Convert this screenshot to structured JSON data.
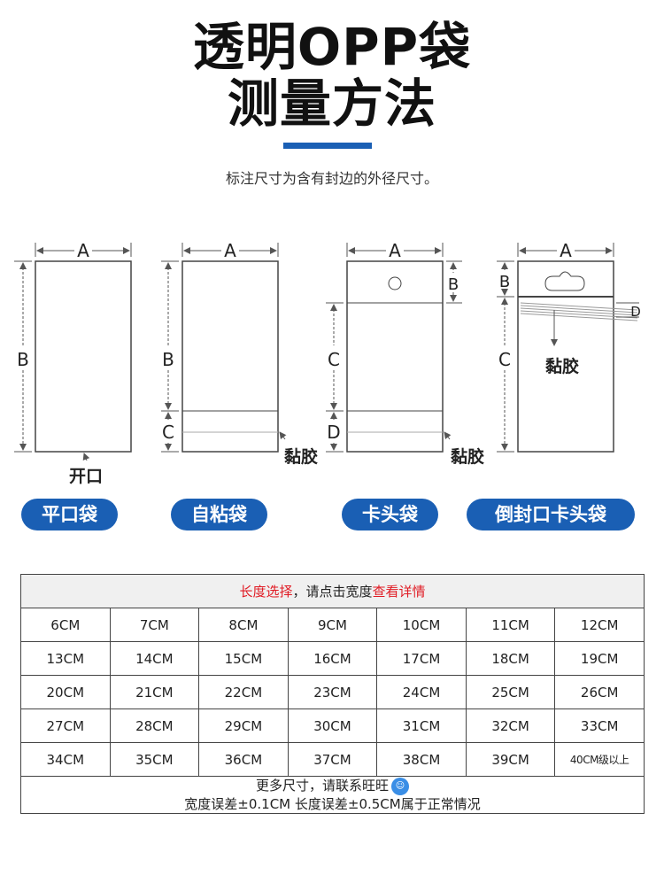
{
  "title": {
    "line1": "透明OPP袋",
    "line2": "测量方法"
  },
  "subtitle": "标注尺寸为含有封边的外径尺寸。",
  "diagram_labels": {
    "a": "A",
    "b": "B",
    "c": "C",
    "d": "D",
    "opening": "开口",
    "adhesive": "黏胶"
  },
  "bag_types": [
    "平口袋",
    "自粘袋",
    "卡头袋",
    "倒封口卡头袋"
  ],
  "size_table": {
    "header_prefix": "长度选择，请点击宽度",
    "header_link": "查看详情",
    "rows": [
      [
        "6CM",
        "7CM",
        "8CM",
        "9CM",
        "10CM",
        "11CM",
        "12CM"
      ],
      [
        "13CM",
        "14CM",
        "15CM",
        "16CM",
        "17CM",
        "18CM",
        "19CM"
      ],
      [
        "20CM",
        "21CM",
        "22CM",
        "23CM",
        "24CM",
        "25CM",
        "26CM"
      ],
      [
        "27CM",
        "28CM",
        "29CM",
        "30CM",
        "31CM",
        "32CM",
        "33CM"
      ],
      [
        "34CM",
        "35CM",
        "36CM",
        "37CM",
        "38CM",
        "39CM",
        "40CM级以上"
      ]
    ],
    "footer_line1": "更多尺寸，请联系旺旺",
    "footer_line2": "宽度误差±0.1CM 长度误差±0.5CM属于正常情况"
  },
  "colors": {
    "accent": "#1a5fb4",
    "link": "#e01b24"
  },
  "icons": {
    "wangwang": "wangwang-chat-icon"
  }
}
